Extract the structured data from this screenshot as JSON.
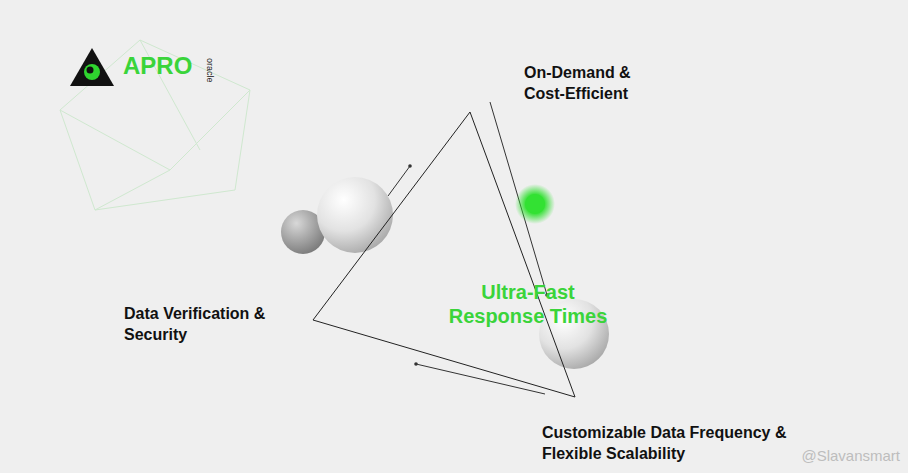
{
  "diagram": {
    "nodes": [
      {
        "text": [
          "Ultra-Fast Response Times"
        ]
      }
    ],
    "labels": [
      "APRO",
      "oracle",
      "On-Demand & Cost-Efficient",
      "Data Verification & Security",
      "Customizable Data Frequency & Flexible Scalability",
      "@Slavansmart"
    ]
  }
}
